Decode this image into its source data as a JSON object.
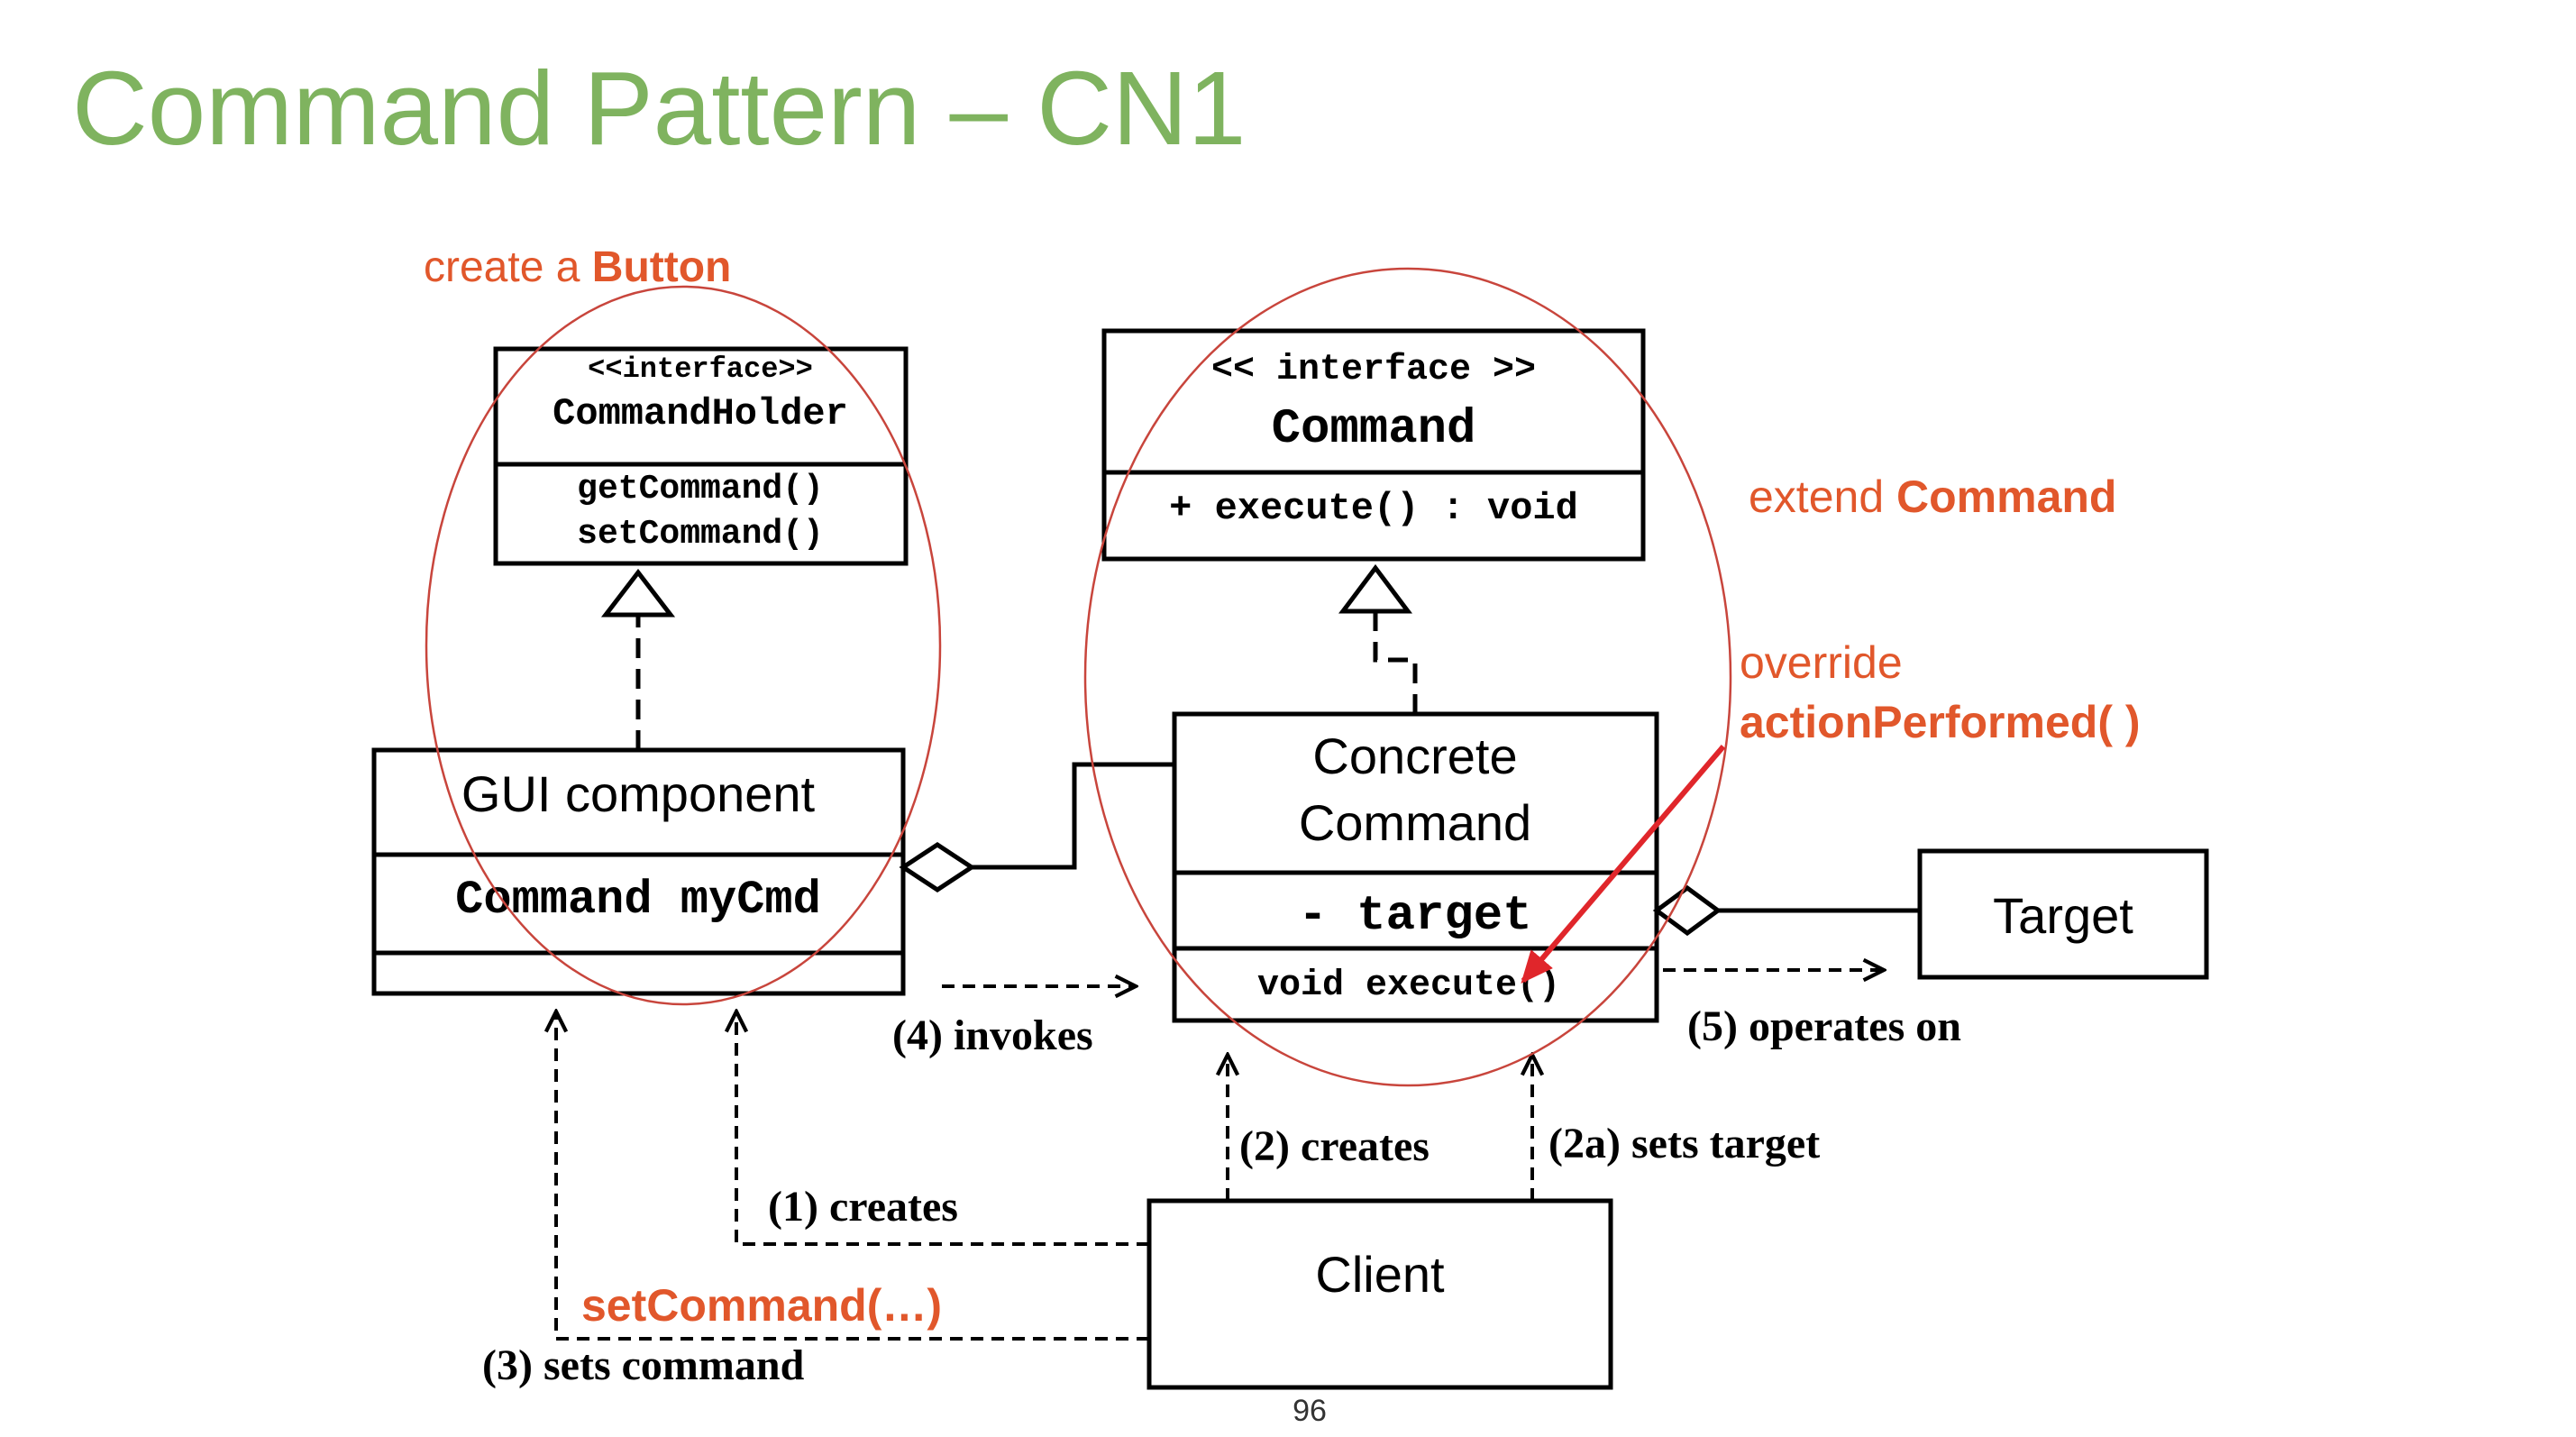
{
  "slide": {
    "title": "Command Pattern – CN1",
    "page_number": "96"
  },
  "colors": {
    "title": "#7fb35f",
    "annotation": "#e1572b",
    "ellipse": "#c8453c",
    "line": "#000000"
  },
  "boxes": {
    "command_holder": {
      "stereotype": "<<interface>>",
      "name": "CommandHolder",
      "methods": [
        "getCommand()",
        "setCommand()"
      ]
    },
    "command": {
      "stereotype": "<< interface >>",
      "name": "Command",
      "method": "+ execute() : void"
    },
    "gui_component": {
      "name": "GUI component",
      "attribute": "Command myCmd"
    },
    "concrete_command": {
      "name_line1": "Concrete",
      "name_line2": "Command",
      "attribute": "- target",
      "method": "void execute()"
    },
    "target": {
      "name": "Target"
    },
    "client": {
      "name": "Client"
    }
  },
  "relations": {
    "invokes": "(4) invokes",
    "operates_on": "(5) operates on",
    "creates_concrete": "(2) creates",
    "sets_target": "(2a) sets target",
    "creates_gui": "(1) creates",
    "sets_command": "(3) sets command"
  },
  "annotations": {
    "create_prefix": "create a ",
    "create_bold": "Button",
    "extend_prefix": "extend ",
    "extend_bold": "Command",
    "override": "override",
    "action_performed": "actionPerformed( )",
    "set_command": "setCommand(…)"
  }
}
